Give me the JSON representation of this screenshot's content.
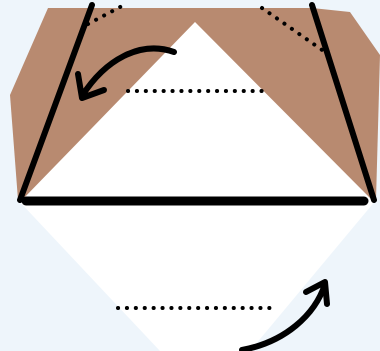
{
  "diagram": {
    "kind": "origami-fold-step",
    "colors": {
      "background": "#eef5fb",
      "paper_front": "#b88a70",
      "paper_back": "#ffffff",
      "edge_line": "#000000",
      "valley_fold": "#000000"
    },
    "elements": {
      "upper_fold_arrow": "curved-arrow-left-icon",
      "lower_fold_arrow": "curved-arrow-up-right-icon",
      "upper_fold_line": "dotted-fold-line",
      "lower_fold_line": "dotted-fold-line",
      "base_crease": "thick-base-line"
    }
  }
}
